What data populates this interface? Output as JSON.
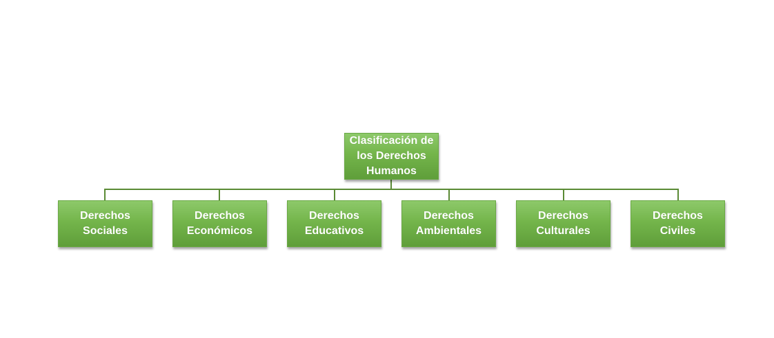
{
  "diagram": {
    "root": {
      "label": "Clasificación de los Derechos Humanos"
    },
    "children": [
      {
        "label": "Derechos Sociales"
      },
      {
        "label": "Derechos Económicos"
      },
      {
        "label": "Derechos Educativos"
      },
      {
        "label": "Derechos Ambientales"
      },
      {
        "label": "Derechos Culturales"
      },
      {
        "label": "Derechos Civiles"
      }
    ],
    "colors": {
      "node_fill": "#74b54b",
      "node_text": "#ffffff",
      "connector": "#5a8a34"
    }
  }
}
